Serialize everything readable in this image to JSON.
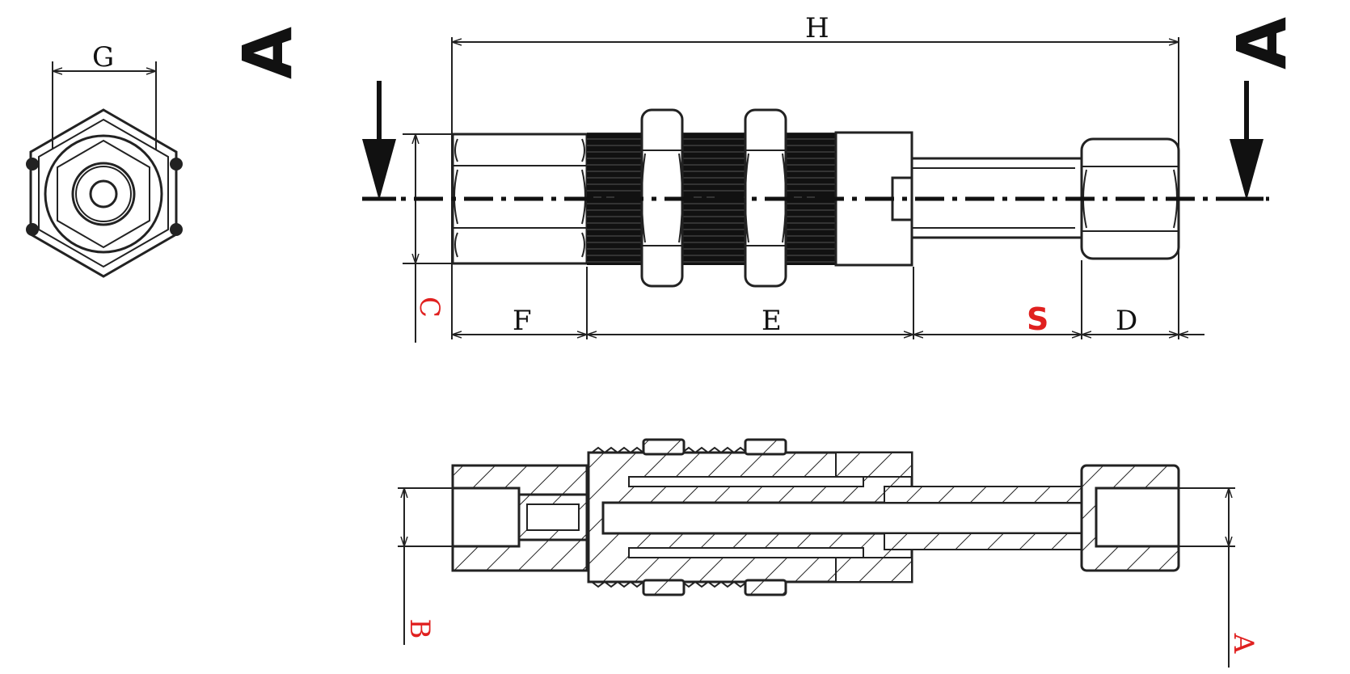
{
  "labels": {
    "G": "G",
    "H": "H",
    "A_left": "A",
    "A_right": "A",
    "C": "C",
    "F": "F",
    "E": "E",
    "S": "S",
    "D": "D",
    "B": "B",
    "A_bottom": "A"
  },
  "colors": {
    "ink": "#222222",
    "accent_red": "#e0201f"
  }
}
